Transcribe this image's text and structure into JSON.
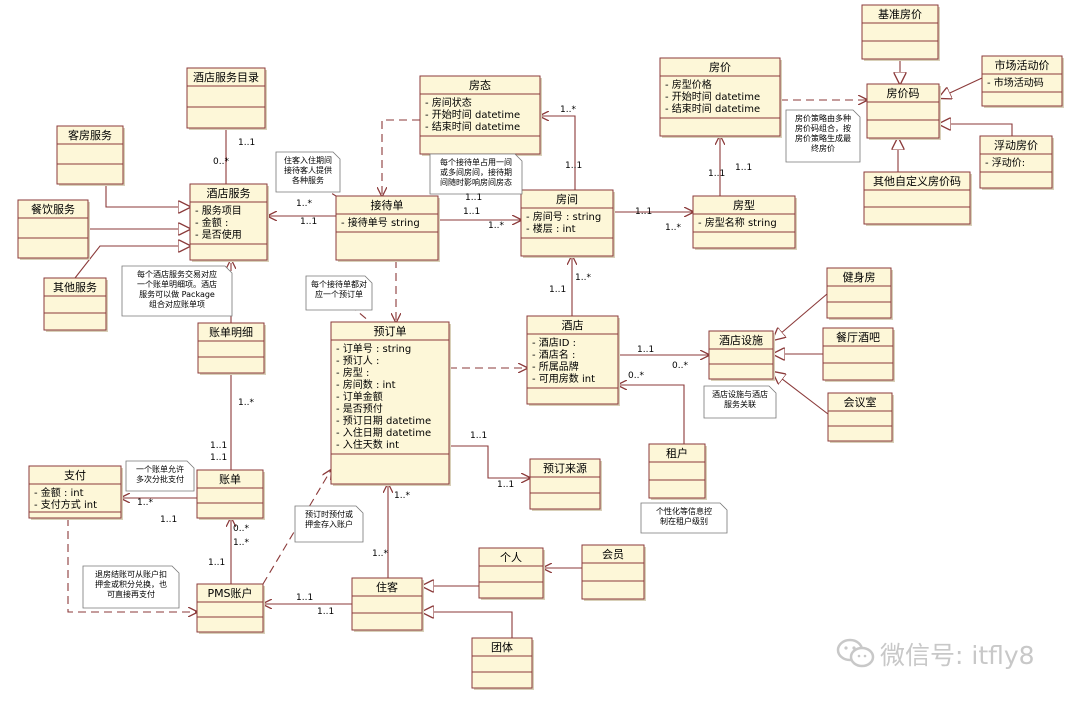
{
  "classes": {
    "jdfwml": {
      "name": "酒店服务目录",
      "attrs": []
    },
    "kffw": {
      "name": "客房服务",
      "attrs": []
    },
    "cyfw": {
      "name": "餐饮服务",
      "attrs": []
    },
    "qtfw": {
      "name": "其他服务",
      "attrs": []
    },
    "jdfw": {
      "name": "酒店服务",
      "attrs": [
        "服务项目",
        "金额    :",
        "是否使用"
      ]
    },
    "ft": {
      "name": "房态",
      "attrs": [
        "房间状态",
        "开始时间 datetime",
        "结束时间 datetime"
      ]
    },
    "jdd": {
      "name": "接待单",
      "attrs": [
        "接待单号 string"
      ]
    },
    "fj": {
      "name": "房间",
      "attrs": [
        "房间号 : string",
        "楼层    : int"
      ]
    },
    "fangjia": {
      "name": "房价",
      "attrs": [
        "房型价格",
        "开始时间 datetime",
        "结束时间 datetime"
      ]
    },
    "fx": {
      "name": "房型",
      "attrs": [
        "房型名称 string"
      ]
    },
    "jzfj": {
      "name": "基准房价",
      "attrs": []
    },
    "fjm": {
      "name": "房价码",
      "attrs": []
    },
    "schdj": {
      "name": "市场活动价",
      "attrs": [
        "市场活动码"
      ]
    },
    "fdfj": {
      "name": "浮动房价",
      "attrs": [
        "浮动价:"
      ]
    },
    "qtzdy": {
      "name": "其他自定义房价码",
      "attrs": []
    },
    "zdmx": {
      "name": "账单明细",
      "attrs": []
    },
    "ydd": {
      "name": "预订单",
      "attrs": [
        "订单号    : string",
        "预订人    :",
        "房型     :",
        "房间数    : int",
        "订单金额",
        "是否预付",
        "预订日期 datetime",
        "入住日期 datetime",
        "入住天数 int"
      ]
    },
    "jd": {
      "name": "酒店",
      "attrs": [
        "酒店ID    :",
        "酒店名    :",
        "所属品牌",
        "可用房数 int"
      ]
    },
    "jdss": {
      "name": "酒店设施",
      "attrs": []
    },
    "jsf": {
      "name": "健身房",
      "attrs": []
    },
    "ctjb": {
      "name": "餐厅酒吧",
      "attrs": []
    },
    "hys": {
      "name": "会议室",
      "attrs": []
    },
    "zf": {
      "name": "支付",
      "attrs": [
        "金额      : int",
        "支付方式 int"
      ]
    },
    "zd": {
      "name": "账单",
      "attrs": []
    },
    "ydly": {
      "name": "预订来源",
      "attrs": []
    },
    "zh": {
      "name": "租户",
      "attrs": []
    },
    "gr": {
      "name": "个人",
      "attrs": []
    },
    "hy": {
      "name": "会员",
      "attrs": []
    },
    "pms": {
      "name": "PMS账户",
      "attrs": []
    },
    "zk": {
      "name": "住客",
      "attrs": []
    },
    "tt": {
      "name": "团体",
      "attrs": []
    }
  },
  "notes": {
    "n_ruzhu": "住客入住期间\n接待客人提供\n各种服务",
    "n_jiedai": "每个接待单占用一间\n或多间房间，接待期\n间随时影响房间房态",
    "n_fangjia": "房价策略由多种\n房价码组合，按\n房价策略生成最\n终房价",
    "n_zhangdan": "每个酒店服务交易对应\n一个账单明细项。酒店\n服务可以做 Package\n组合对应账单项",
    "n_yudingdan": "每个接待单都对\n应一个预订单",
    "n_sheshi": "酒店设施与酒店\n服务关联",
    "n_gexinghua": "个性化等信息控\n制在租户级别",
    "n_duoci": "一个账单允许\n多次分批支付",
    "n_yuding": "预订时预付或\n押金存入账户",
    "n_tuifang": "退房结账可从账户扣\n押金或积分兑换，也\n可直接再支付"
  },
  "multiplicities": {
    "m1": "1..1",
    "m2": "0..*",
    "m3": "1..*",
    "m4": "1..1",
    "m5": "1..*",
    "m6": "1..1",
    "m7": "1..1",
    "m8": "1..*",
    "m9": "1..1",
    "m10": "1..*",
    "m11": "1..1",
    "m12": "1..1",
    "m13": "1..*",
    "m14": "1..1",
    "m15": "1..*",
    "m16": "1..1",
    "m17": "1..1",
    "m18": "0..*",
    "m19": "0..*",
    "m20": "1..*",
    "m21": "1..1",
    "m22": "1..*",
    "m23": "1..1",
    "m24": "1..1",
    "m25": "1..1",
    "m26": "1..*",
    "m27": "1..*",
    "m28": "0..*",
    "m29": "1..1",
    "m30": "1..1",
    "m31": "1..1",
    "m32": "1..1"
  },
  "watermark": "微信号: itfly8",
  "colors": {
    "fill": "#fdf7d8",
    "stroke": "#8b3a3a",
    "text": "#000000",
    "watermark": "#c8c8c8"
  }
}
